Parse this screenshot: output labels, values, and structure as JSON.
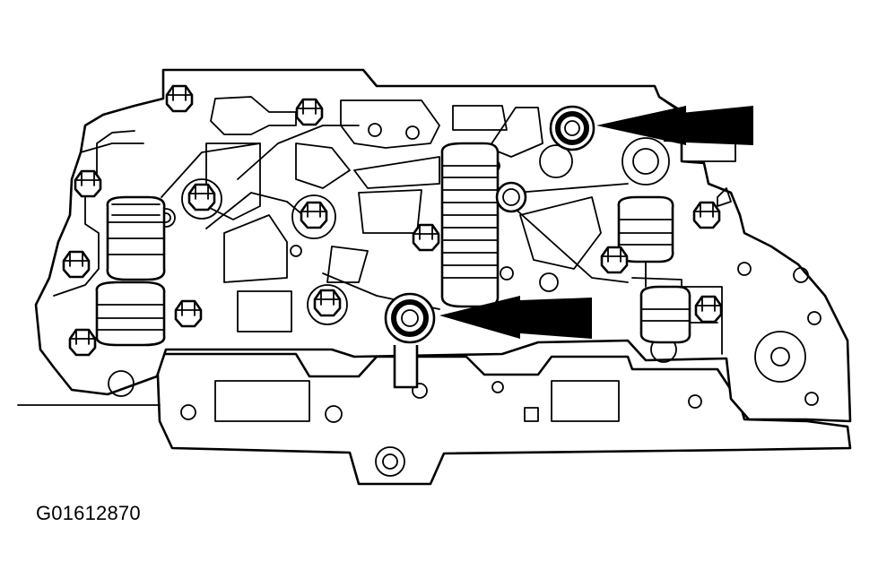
{
  "figure": {
    "caption": "G01612870",
    "subject": "valve-body",
    "callouts": [
      "arrow-upper-right",
      "arrow-lower-center"
    ],
    "colors": {
      "line": "#000000",
      "background": "#ffffff"
    }
  }
}
